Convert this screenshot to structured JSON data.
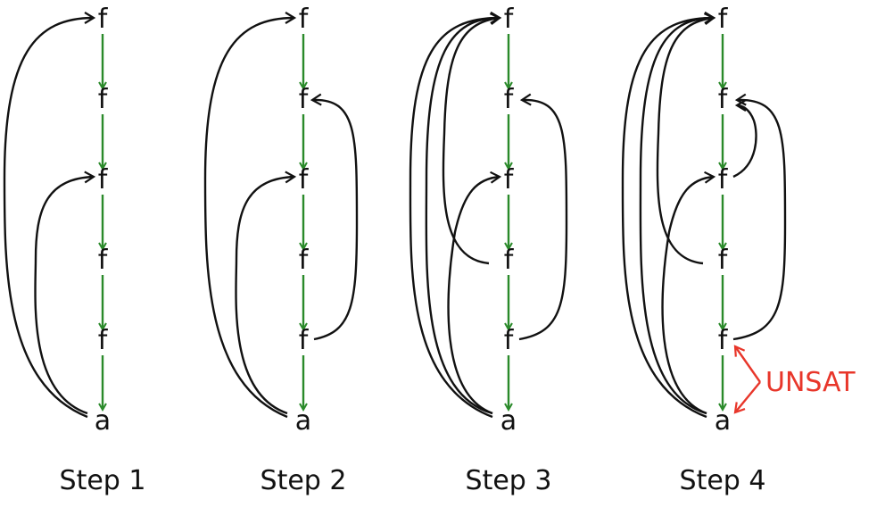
{
  "colors": {
    "chain_edge": "#2a8a2a",
    "arc": "#111111",
    "unsat": "#e8362a"
  },
  "diagram": {
    "columns": [
      {
        "caption": "Step 1",
        "nodes": [
          "f",
          "f",
          "f",
          "f",
          "f",
          "a"
        ],
        "arcs": [
          [
            5,
            0
          ],
          [
            5,
            2
          ]
        ]
      },
      {
        "caption": "Step 2",
        "nodes": [
          "f",
          "f",
          "f",
          "f",
          "f",
          "a"
        ],
        "arcs": [
          [
            5,
            0
          ],
          [
            5,
            2
          ],
          [
            4,
            1
          ]
        ]
      },
      {
        "caption": "Step 3",
        "nodes": [
          "f",
          "f",
          "f",
          "f",
          "f",
          "a"
        ],
        "arcs": [
          [
            5,
            0
          ],
          [
            5,
            2
          ],
          [
            4,
            1
          ],
          [
            3,
            0
          ],
          [
            5,
            0
          ]
        ]
      },
      {
        "caption": "Step 4",
        "nodes": [
          "f",
          "f",
          "f",
          "f",
          "f",
          "a"
        ],
        "arcs": [
          [
            5,
            0
          ],
          [
            5,
            2
          ],
          [
            4,
            1
          ],
          [
            3,
            0
          ],
          [
            5,
            0
          ],
          [
            2,
            1
          ]
        ]
      }
    ],
    "unsat_label": "UNSAT",
    "unsat_targets": [
      4,
      5
    ]
  }
}
